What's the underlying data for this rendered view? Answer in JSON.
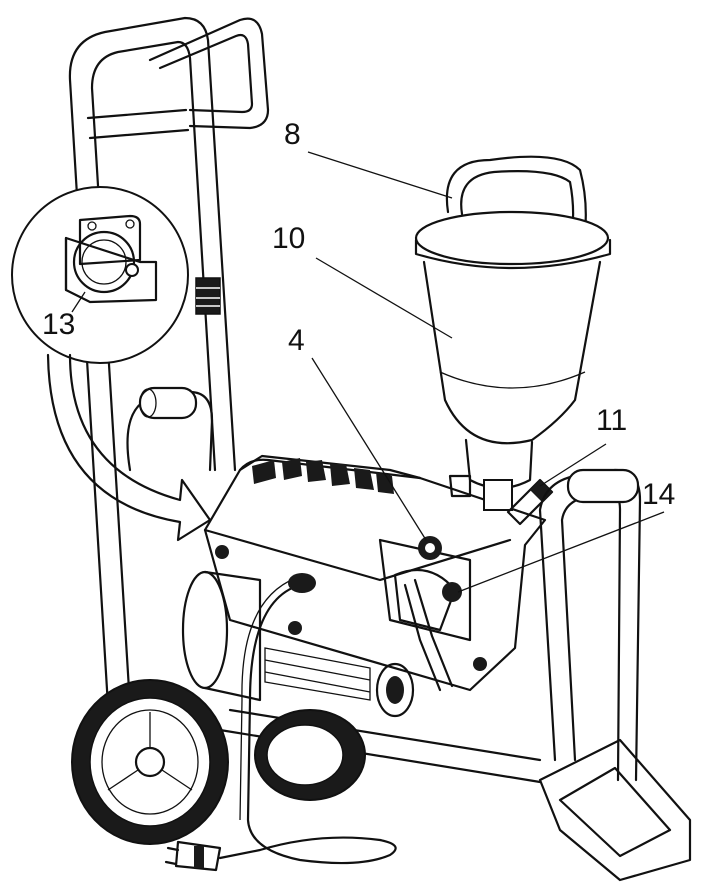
{
  "callouts": {
    "c8": "8",
    "c10": "10",
    "c4": "4",
    "c11": "11",
    "c14": "14",
    "c13": "13"
  },
  "colors": {
    "line": "#111111",
    "dark_fill": "#1a1a1a",
    "background": "#ffffff"
  }
}
